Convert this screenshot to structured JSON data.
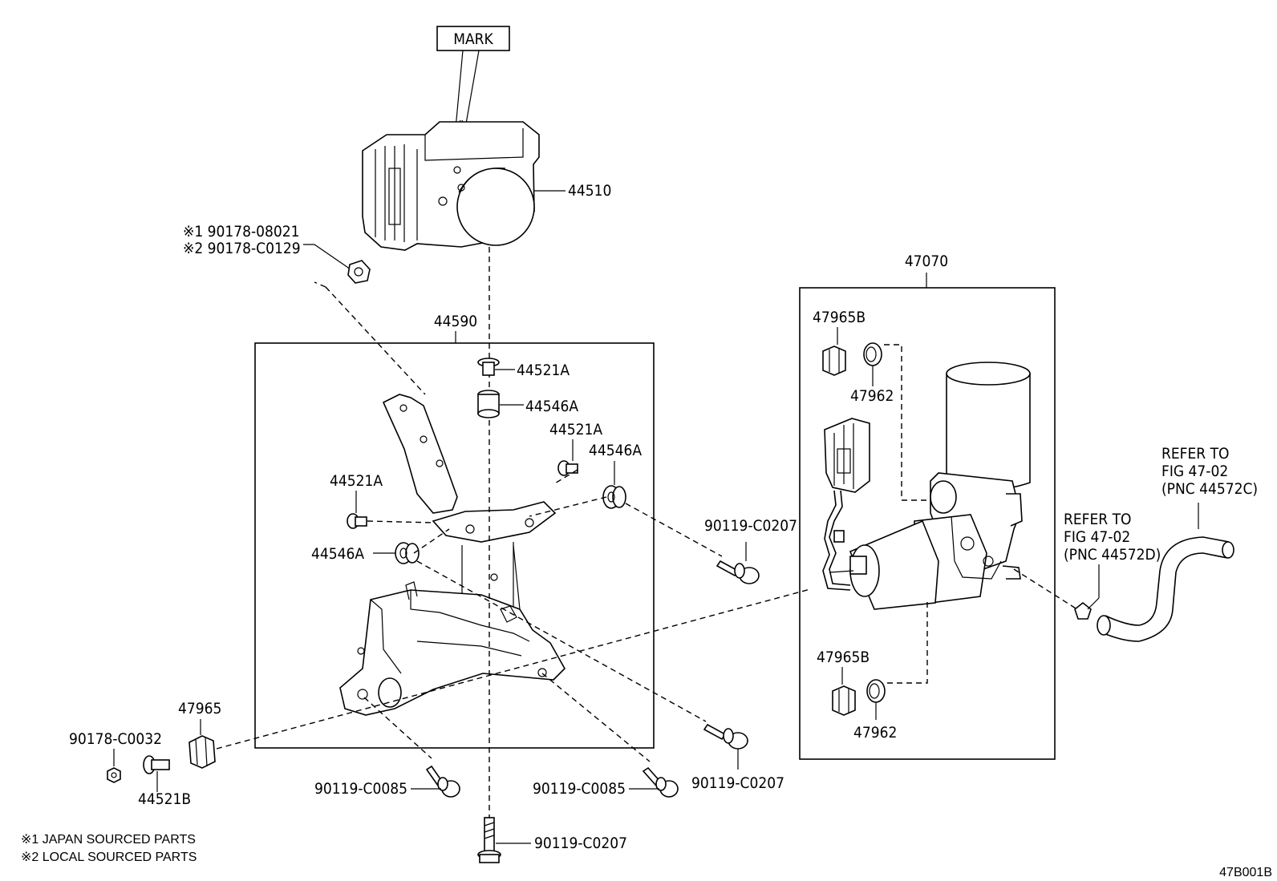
{
  "diagram_id": "47B001B",
  "mark_label": "MARK",
  "labels": {
    "p44510": "44510",
    "p44590": "44590",
    "p47070": "47070",
    "p44521A_1": "44521A",
    "p44546A_1": "44546A",
    "p44521A_2": "44521A",
    "p44546A_2": "44546A",
    "p44521A_3": "44521A",
    "p44546A_3": "44546A",
    "p47965B_1": "47965B",
    "p47962_1": "47962",
    "p47965B_2": "47965B",
    "p47962_2": "47962",
    "p47965": "47965",
    "p44521B": "44521B",
    "p90178_C0032": "90178-C0032",
    "p90119_C0207_a": "90119-C0207",
    "p90119_C0207_b": "90119-C0207",
    "p90119_C0207_c": "90119-C0207",
    "p90119_C0085_a": "90119-C0085",
    "p90119_C0085_b": "90119-C0085",
    "nut_line1": "※1  90178-08021",
    "nut_line2": "※2  90178-C0129"
  },
  "refer_c": [
    "REFER TO",
    "FIG 47-02",
    "(PNC 44572C)"
  ],
  "refer_d": [
    "REFER TO",
    "FIG 47-02",
    "(PNC 44572D)"
  ],
  "notes": [
    "※1 JAPAN SOURCED PARTS",
    "※2 LOCAL SOURCED PARTS"
  ]
}
